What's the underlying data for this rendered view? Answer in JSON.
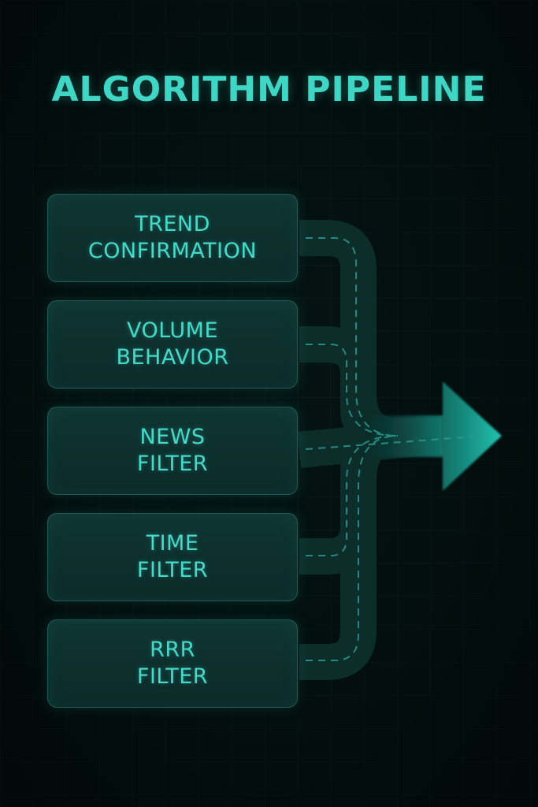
{
  "title": "ALGORITHM PIPELINE",
  "stages": [
    {
      "line1": "TREND",
      "line2": "CONFIRMATION"
    },
    {
      "line1": "VOLUME",
      "line2": "BEHAVIOR"
    },
    {
      "line1": "NEWS",
      "line2": "FILTER"
    },
    {
      "line1": "TIME",
      "line2": "FILTER"
    },
    {
      "line1": "RRR",
      "line2": "FILTER"
    }
  ],
  "colors": {
    "background": "#041413",
    "accent": "#3fd6c6",
    "box_fill": "#0d302d",
    "channel": "#0d2f2c",
    "arrow": "#1fb8a6"
  }
}
